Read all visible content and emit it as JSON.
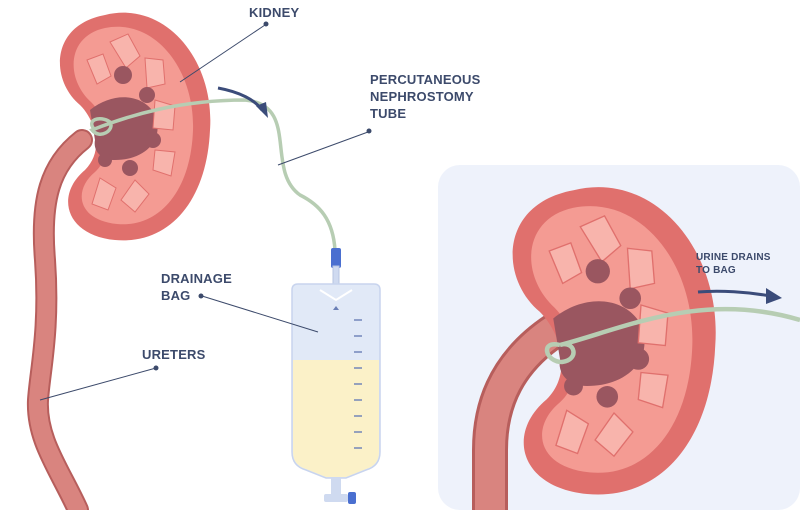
{
  "labels": {
    "kidney": "KIDNEY",
    "tube_line1": "PERCUTANEOUS",
    "tube_line2": "NEPHROSTOMY",
    "tube_line3": "TUBE",
    "bag_line1": "DRAINAGE",
    "bag_line2": "BAG",
    "ureters": "URETERS",
    "urine_line1": "URINE DRAINS",
    "urine_line2": "TO BAG"
  },
  "colors": {
    "kidney_outer": "#e0706d",
    "kidney_inner": "#f49b93",
    "kidney_dark": "#9a5660",
    "ureter": "#d9847f",
    "ureter_stroke": "#b75e5c",
    "tube": "#b7cdb3",
    "bag_fill": "#e1e9f7",
    "urine": "#fbf1c8",
    "bag_cap": "#4a6fd0",
    "label_text": "#3c4a6b",
    "inset_bg": "#eef2fb",
    "arrow": "#3b4c7a"
  }
}
